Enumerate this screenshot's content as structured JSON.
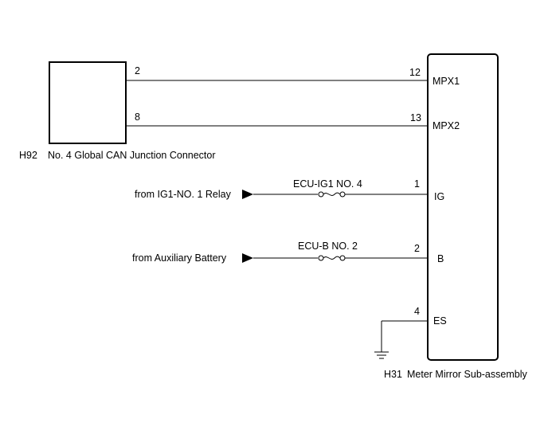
{
  "connector_h92": {
    "code": "H92",
    "name": "No. 4 Global CAN Junction Connector",
    "pins": {
      "mpx1": "2",
      "mpx2": "8"
    }
  },
  "meter_h31": {
    "code": "H31",
    "name": "Meter Mirror Sub-assembly",
    "pins": {
      "mpx1": {
        "num": "12",
        "label": "MPX1"
      },
      "mpx2": {
        "num": "13",
        "label": "MPX2"
      },
      "ig": {
        "num": "1",
        "label": "IG"
      },
      "b": {
        "num": "2",
        "label": "B"
      },
      "es": {
        "num": "4",
        "label": "ES"
      }
    }
  },
  "sources": {
    "ig": "from IG1-NO. 1 Relay",
    "b": "from Auxiliary Battery"
  },
  "fuses": {
    "ig": "ECU-IG1 NO. 4",
    "b": "ECU-B NO. 2"
  }
}
